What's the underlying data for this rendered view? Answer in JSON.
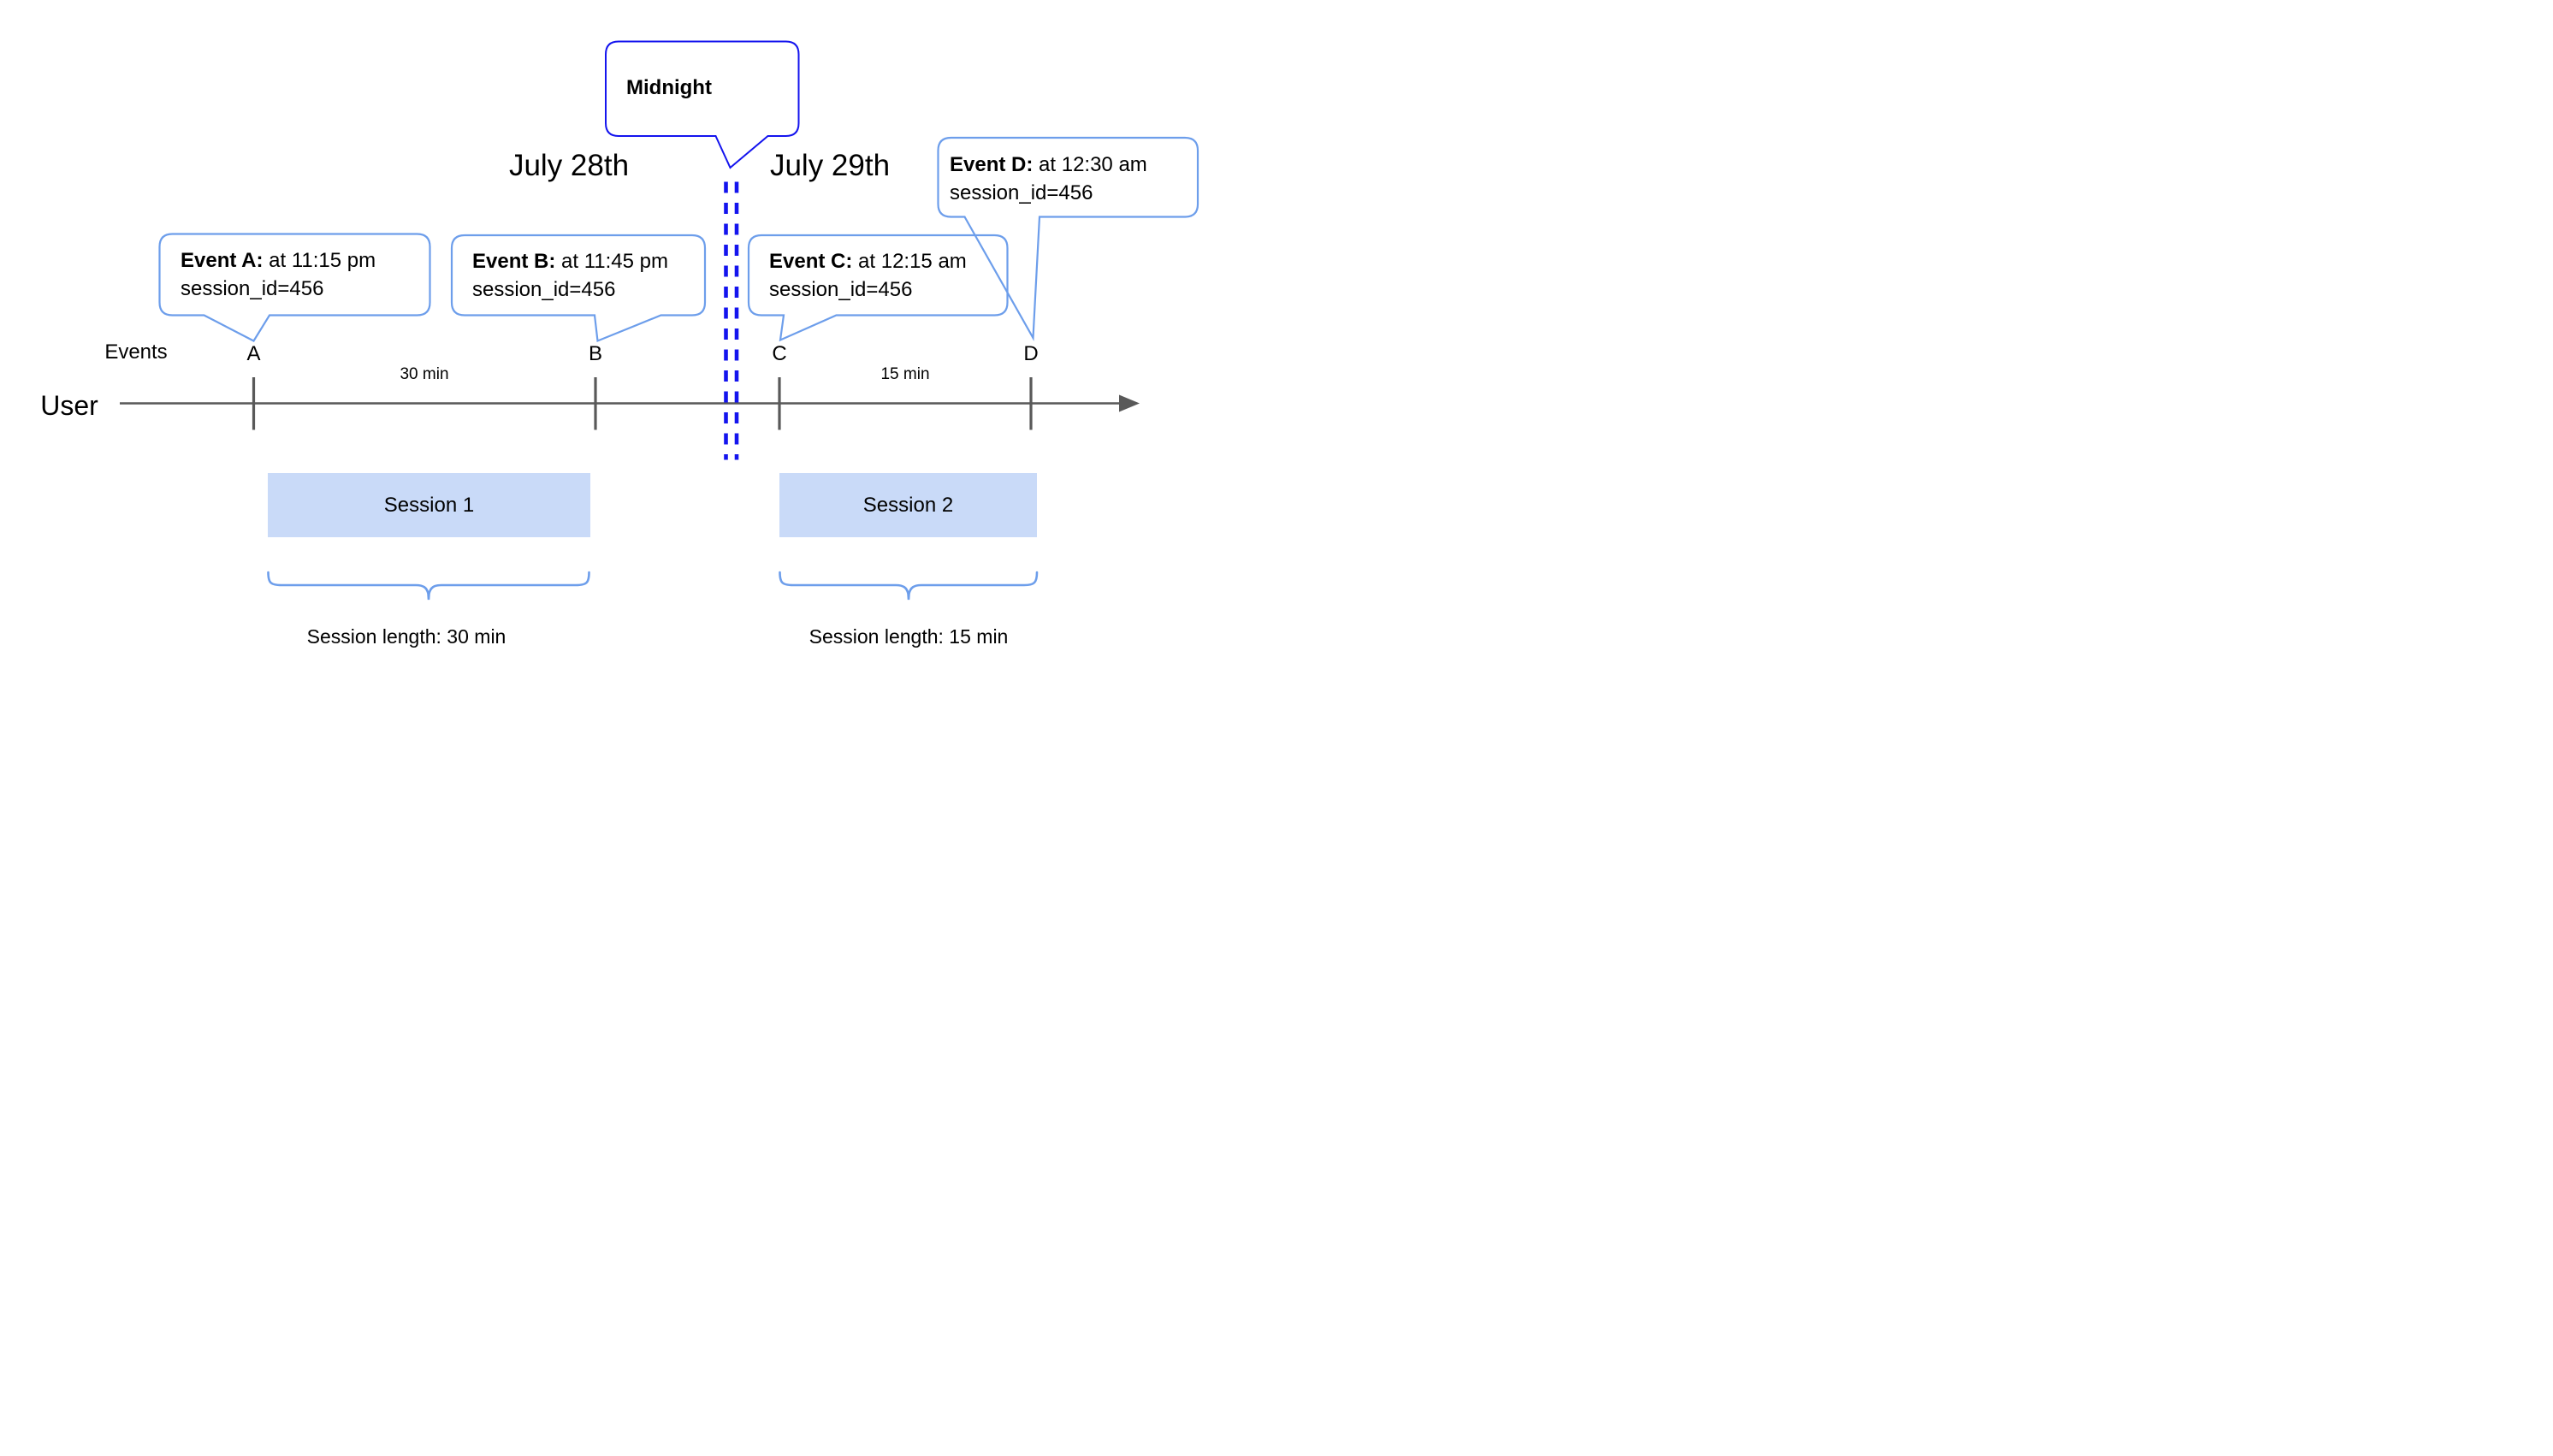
{
  "midnight_callout": {
    "label": "Midnight"
  },
  "date_labels": {
    "left": "July 28th",
    "right": "July 29th"
  },
  "event_callouts": [
    {
      "id": "A",
      "title": "Event A:",
      "time": "at 11:15 pm",
      "session_line": "session_id=456"
    },
    {
      "id": "B",
      "title": "Event B:",
      "time": "at 11:45 pm",
      "session_line": "session_id=456"
    },
    {
      "id": "C",
      "title": "Event C:",
      "time": "at 12:15 am",
      "session_line": "session_id=456"
    },
    {
      "id": "D",
      "title": "Event D:",
      "time": "at 12:30 am",
      "session_line": "session_id=456"
    }
  ],
  "timeline": {
    "events_label": "Events",
    "user_label": "User",
    "tick_labels": {
      "a": "A",
      "b": "B",
      "c": "C",
      "d": "D"
    },
    "interval_labels": {
      "ab": "30 min",
      "cd": "15 min"
    }
  },
  "sessions": [
    {
      "label": "Session 1",
      "length_label": "Session length: 30 min"
    },
    {
      "label": "Session 2",
      "length_label": "Session length: 15 min"
    }
  ],
  "colors": {
    "callout_border": "#6d9eeb",
    "midnight_blue": "#1414ee",
    "timeline_gray": "#595959",
    "session_fill": "#c9daf8",
    "text": "#000000"
  }
}
